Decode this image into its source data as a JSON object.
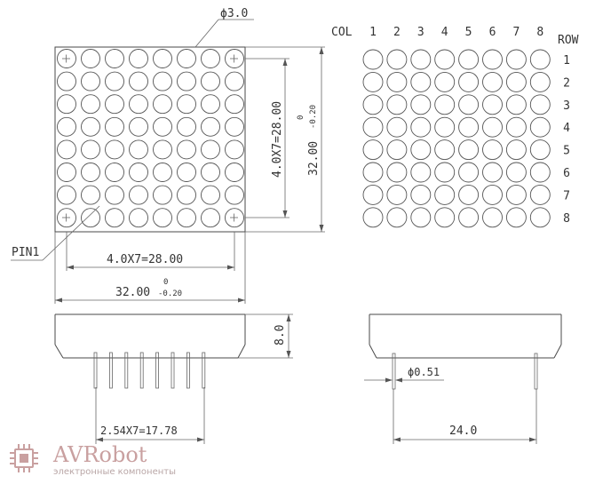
{
  "front_view": {
    "dot_diameter_label": "ϕ3.0",
    "pin_label": "PIN1",
    "horizontal_pitch_label": "4.0X7=28.00",
    "horizontal_size_label": "32.00",
    "horizontal_tol_upper": "0",
    "horizontal_tol_lower": "-0.20",
    "vertical_pitch_label": "4.0X7=28.00",
    "vertical_size_label": "32.00",
    "vertical_tol_upper": "0",
    "vertical_tol_lower": "-0.20",
    "rows": 8,
    "cols": 8
  },
  "matrix_view": {
    "col_label": "COL",
    "row_label": "ROW",
    "col_numbers": [
      "1",
      "2",
      "3",
      "4",
      "5",
      "6",
      "7",
      "8"
    ],
    "row_numbers": [
      "1",
      "2",
      "3",
      "4",
      "5",
      "6",
      "7",
      "8"
    ]
  },
  "side_view": {
    "height_label": "8.0",
    "pin_pitch_label": "2.54X7=17.78"
  },
  "end_view": {
    "pin_diameter_label": "ϕ0.51",
    "pin_spacing_label": "24.0"
  },
  "logo": {
    "name": "AVRobot",
    "tagline": "электронные компоненты"
  }
}
